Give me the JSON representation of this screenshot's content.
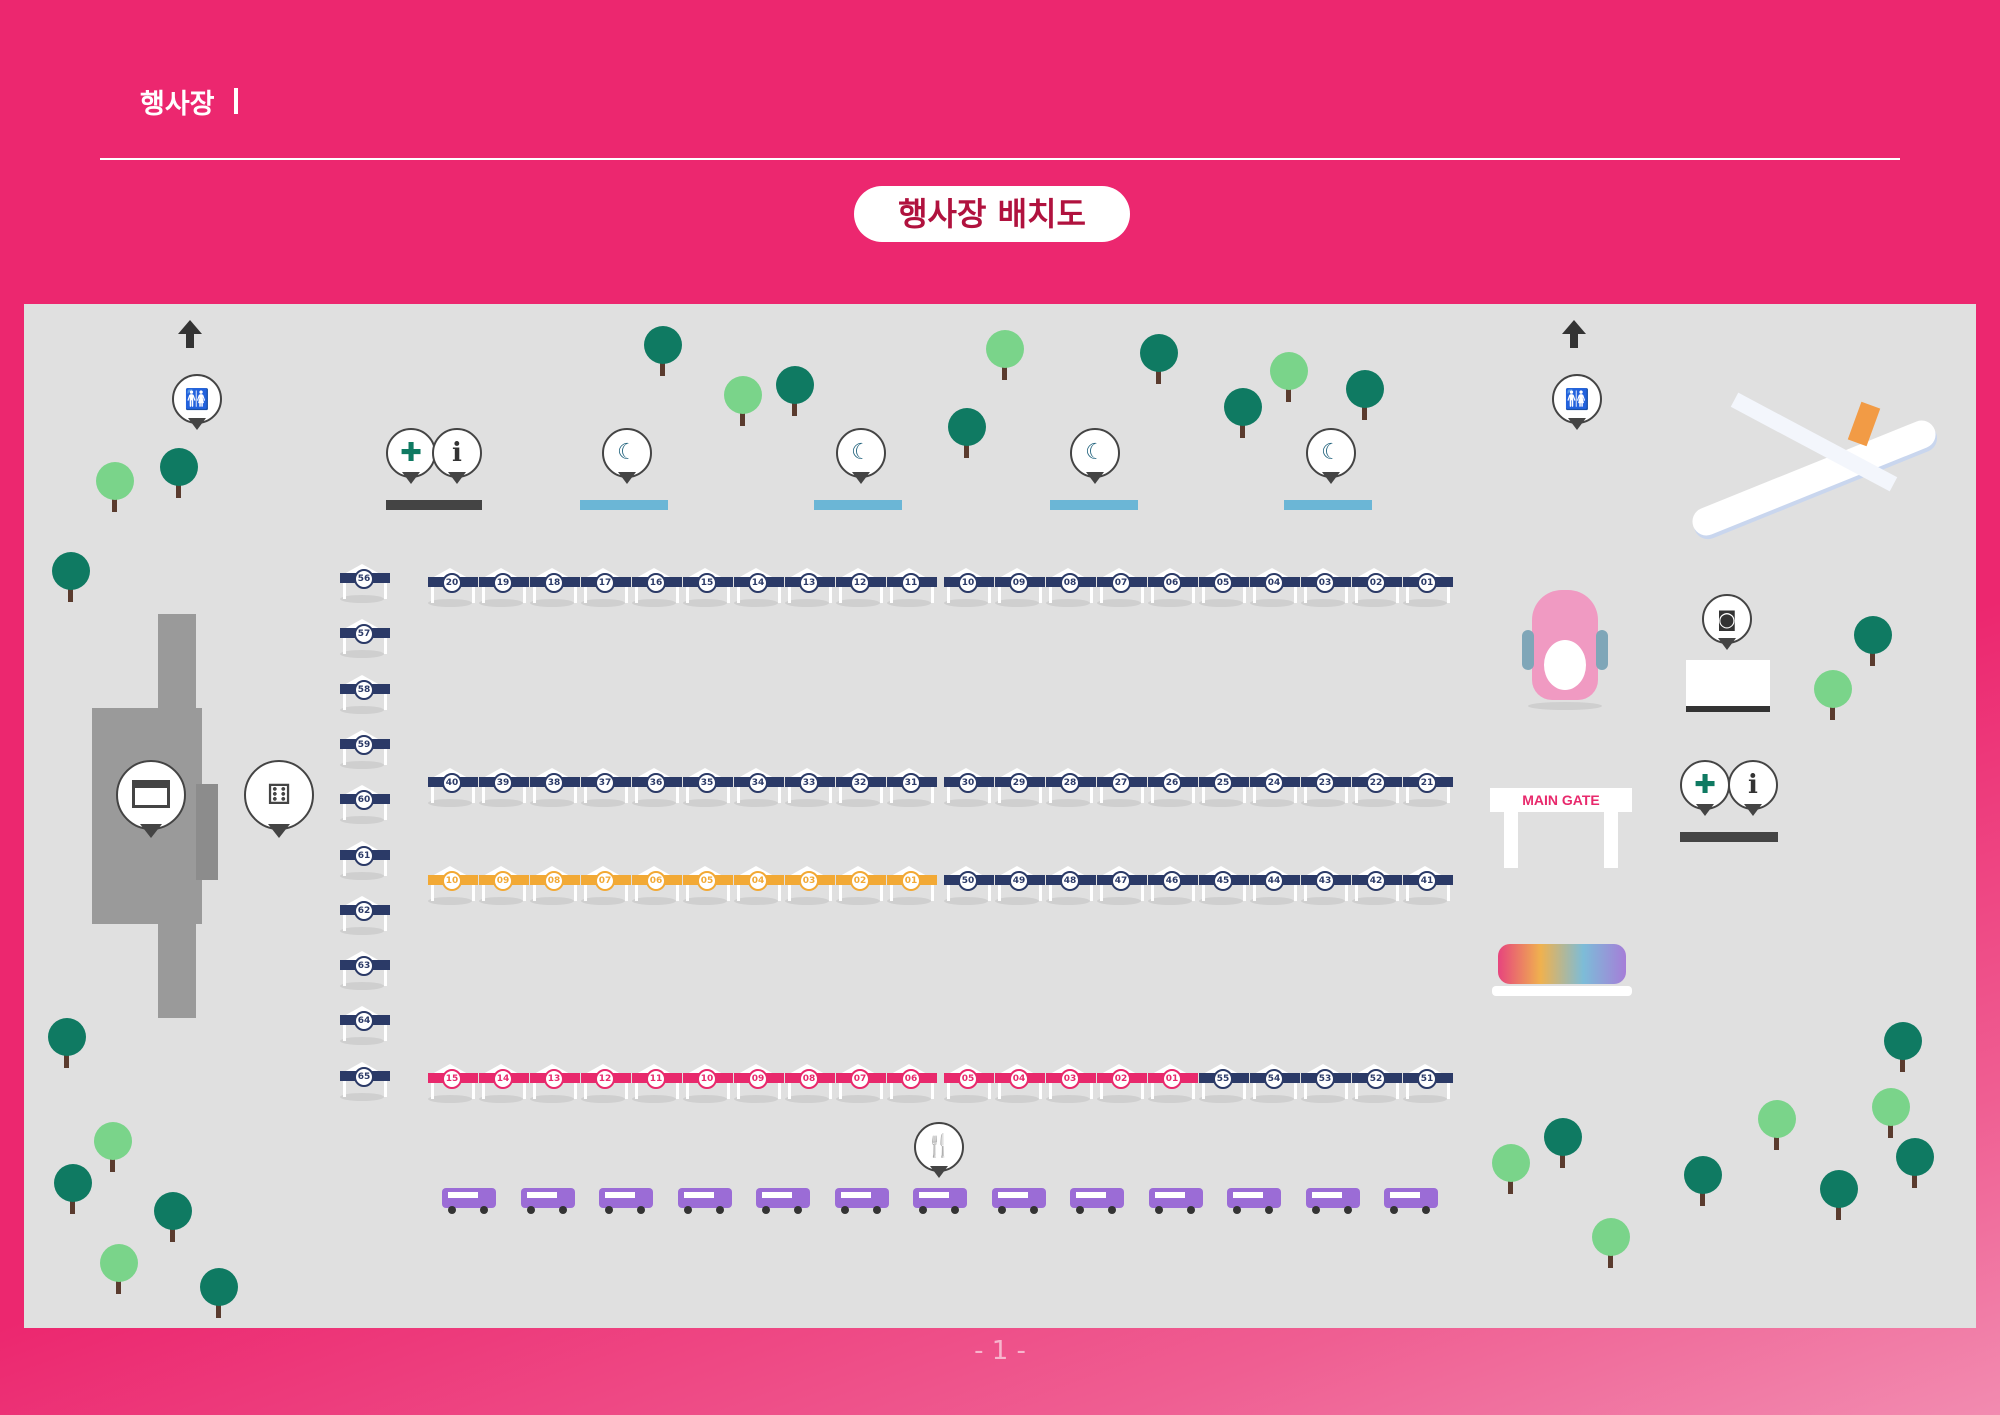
{
  "header": {
    "title": "행사장"
  },
  "section": {
    "title": "행사장 배치도"
  },
  "footer": {
    "page": "- 1 -"
  },
  "map": {
    "main_gate": "MAIN GATE",
    "colors": {
      "navy": "#2b3a67",
      "orange": "#f2a935",
      "pink": "#e8296c",
      "map_bg": "#e0e0e0",
      "tree_dark": "#0f7a62",
      "tree_light": "#7ad48a",
      "tent": "#6bb6d6",
      "truck": "#9b6cd6"
    },
    "booth_rows": [
      {
        "labels": [
          "20",
          "19",
          "18",
          "17",
          "16",
          "15",
          "14",
          "13",
          "12",
          "11"
        ],
        "color": "navy"
      },
      {
        "labels": [
          "10",
          "09",
          "08",
          "07",
          "06",
          "05",
          "04",
          "03",
          "02",
          "01"
        ],
        "color": "navy"
      },
      {
        "labels": [
          "40",
          "39",
          "38",
          "37",
          "36",
          "35",
          "34",
          "33",
          "32",
          "31"
        ],
        "color": "navy"
      },
      {
        "labels": [
          "30",
          "29",
          "28",
          "27",
          "26",
          "25",
          "24",
          "23",
          "22",
          "21"
        ],
        "color": "navy"
      },
      {
        "labels": [
          "10",
          "09",
          "08",
          "07",
          "06",
          "05",
          "04",
          "03",
          "02",
          "01"
        ],
        "color": "orange"
      },
      {
        "labels": [
          "50",
          "49",
          "48",
          "47",
          "46",
          "45",
          "44",
          "43",
          "42",
          "41"
        ],
        "color": "navy"
      },
      {
        "labels": [
          "15",
          "14",
          "13",
          "12",
          "11",
          "10",
          "09",
          "08",
          "07",
          "06"
        ],
        "color": "pink"
      },
      {
        "labels": [
          "05",
          "04",
          "03",
          "02",
          "01",
          "55",
          "54",
          "53",
          "52",
          "51"
        ],
        "color": "mixed"
      }
    ],
    "side_booths": [
      "56",
      "57",
      "58",
      "59",
      "60",
      "61",
      "62",
      "63",
      "64",
      "65"
    ],
    "icons": [
      "restroom-icon",
      "first-aid-icon",
      "info-icon",
      "rest-area-icon",
      "stage-icon",
      "seating-icon",
      "photo-zone-icon",
      "food-icon",
      "food-truck-icon",
      "airplane-icon",
      "mascot-icon",
      "tree-icon",
      "exit-arrow-icon"
    ],
    "food_trucks": 13
  }
}
